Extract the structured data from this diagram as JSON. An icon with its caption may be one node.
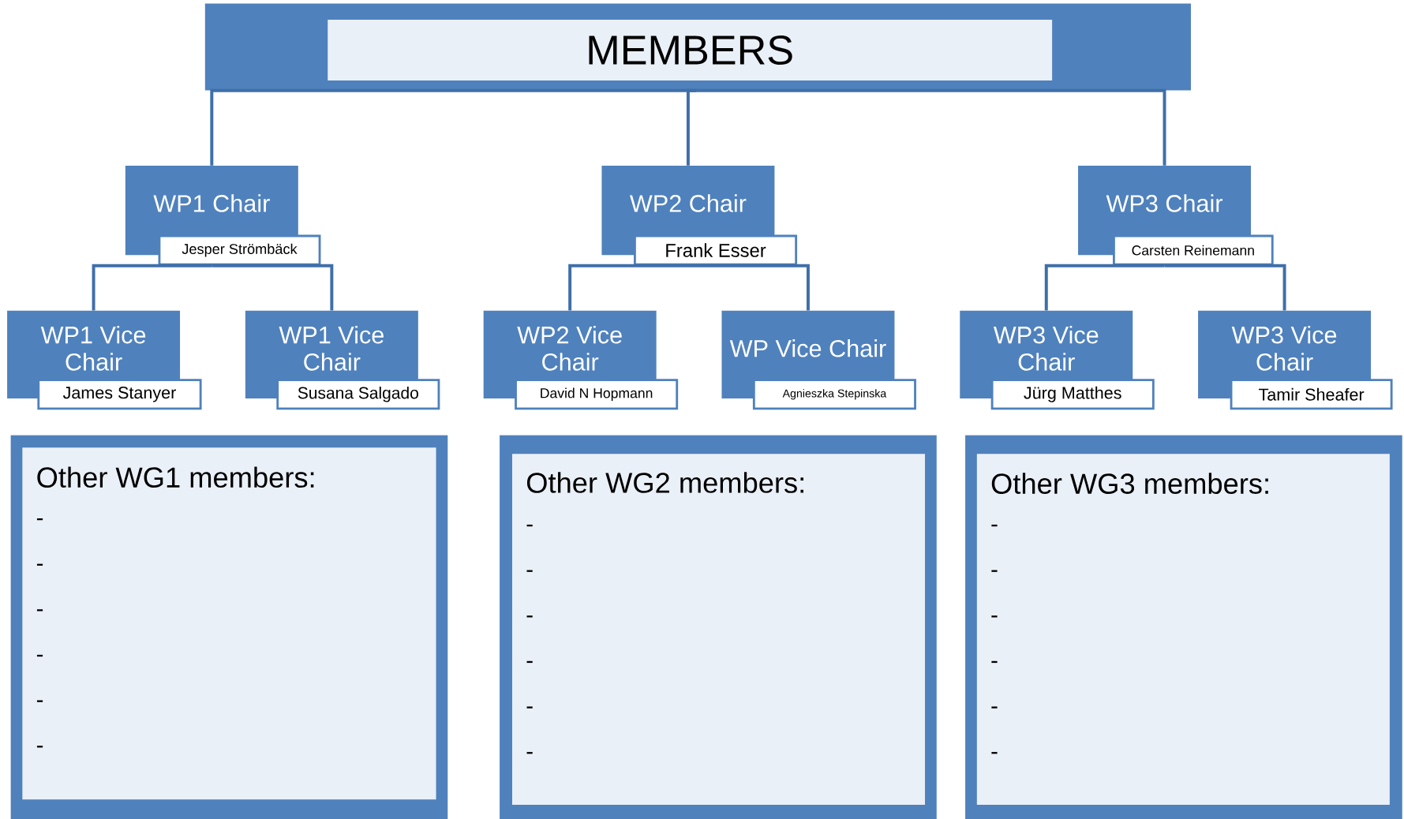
{
  "diagram": {
    "nodes": [
      {
        "text": [
          "MEMBERS"
        ]
      },
      {
        "text": [
          "WP1 Chair",
          "Jesper Strömbäck"
        ]
      },
      {
        "text": [
          "WP2 Chair",
          "Frank Esser"
        ]
      },
      {
        "text": [
          "WP3 Chair",
          "Carsten Reinemann"
        ]
      },
      {
        "text": [
          "WP1 Vice Chair",
          "James Stanyer"
        ]
      },
      {
        "text": [
          "WP1 Vice Chair",
          "Susana Salgado"
        ]
      },
      {
        "text": [
          "WP2 Vice Chair",
          "David N Hopmann"
        ]
      },
      {
        "text": [
          "WP Vice Chair",
          "Agnieszka Stepinska"
        ]
      },
      {
        "text": [
          "WP3 Vice Chair",
          "Jürg Matthes"
        ]
      },
      {
        "text": [
          "WP3 Vice Chair",
          "Tamir Sheafer"
        ]
      },
      {
        "text": [
          "Other WG1 members:",
          "-",
          "-",
          "-",
          "-",
          "-",
          "-"
        ]
      },
      {
        "text": [
          "Other WG2 members:",
          "-",
          "-",
          "-",
          "-",
          "-",
          "-"
        ]
      },
      {
        "text": [
          "Other WG3 members:",
          "-",
          "-",
          "-",
          "-",
          "-",
          "-"
        ]
      }
    ],
    "edges": [
      {
        "from": 0,
        "to": 1,
        "arrow": "none"
      },
      {
        "from": 0,
        "to": 2,
        "arrow": "none"
      },
      {
        "from": 0,
        "to": 3,
        "arrow": "none"
      },
      {
        "from": 1,
        "to": 4,
        "arrow": "none"
      },
      {
        "from": 1,
        "to": 5,
        "arrow": "none"
      },
      {
        "from": 2,
        "to": 6,
        "arrow": "none"
      },
      {
        "from": 2,
        "to": 7,
        "arrow": "none"
      },
      {
        "from": 3,
        "to": 8,
        "arrow": "none"
      },
      {
        "from": 3,
        "to": 9,
        "arrow": "none"
      }
    ]
  }
}
